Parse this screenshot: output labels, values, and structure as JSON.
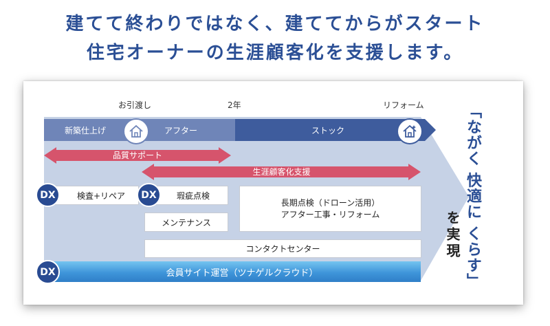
{
  "headline": {
    "line1": "建てて終わりではなく、建ててからがスタート",
    "line2": "住宅オーナーの生涯顧客化を支援します。"
  },
  "timeline": {
    "milestones": [
      "お引渡し",
      "2年",
      "リフォーム"
    ],
    "phases": [
      "新築仕上げ",
      "アフター",
      "ストック"
    ]
  },
  "supports": {
    "quality": "品質サポート",
    "customer": "生涯顧客化支援"
  },
  "dx_label": "DX",
  "services": {
    "inspect": "検査+リペア",
    "defect": "瑕疵点検",
    "maintenance": "メンテナンス",
    "long_term_line1": "長期点検（ドローン活用）",
    "long_term_line2": "アフター工事・リフォーム",
    "contact": "コンタクトセンター",
    "member": "会員サイト運営（ツナゲルクラウド）"
  },
  "slogan": {
    "col1": "「ながく",
    "col2": "快適に",
    "col3": "くらす」",
    "realize": "を実現"
  },
  "colors": {
    "brand_navy": "#2b4f95",
    "phase_light": "#6f85b8",
    "phase_dark": "#3e5c9d",
    "support_pink": "#d6546c",
    "member_blue": "#3f95da"
  }
}
